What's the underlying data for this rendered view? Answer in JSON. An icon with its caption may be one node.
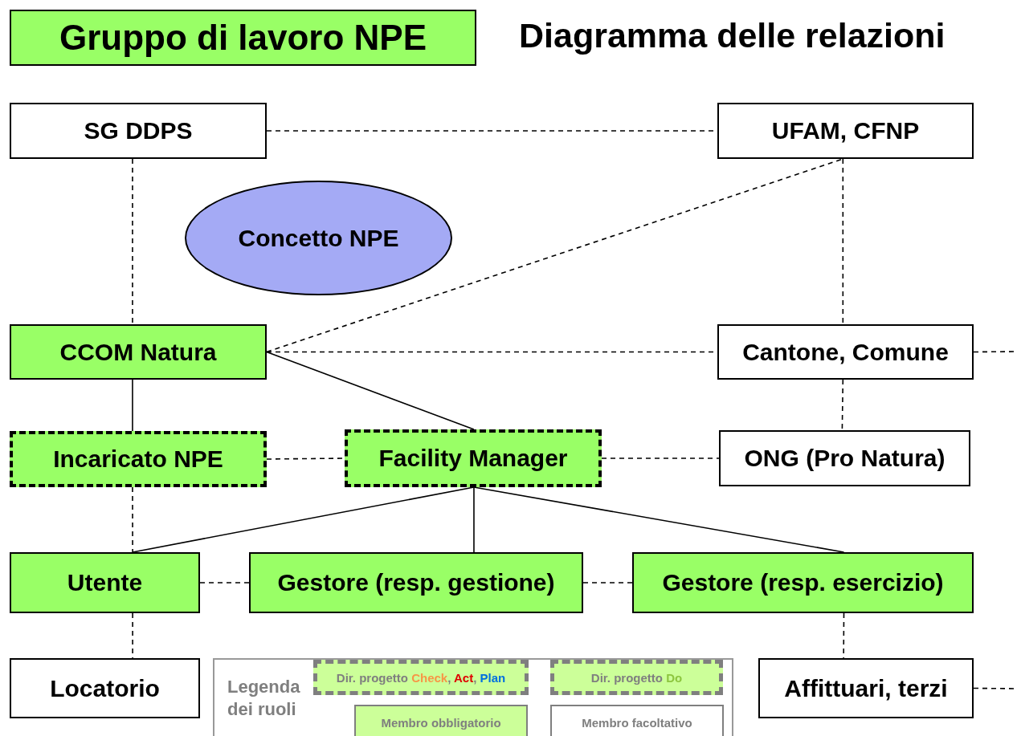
{
  "diagram": {
    "title": "Diagramma delle relazioni",
    "nodes": [
      {
        "text": [
          "Gruppo di lavoro NPE"
        ]
      },
      {
        "text": [
          "SG DDPS"
        ]
      },
      {
        "text": [
          "UFAM, CFNP"
        ]
      },
      {
        "text": [
          "Concetto NPE"
        ]
      },
      {
        "text": [
          "CCOM Natura"
        ]
      },
      {
        "text": [
          "Cantone, Comune"
        ]
      },
      {
        "text": [
          "Incaricato NPE"
        ]
      },
      {
        "text": [
          "Facility Manager"
        ]
      },
      {
        "text": [
          "ONG (Pro Natura)"
        ]
      },
      {
        "text": [
          "Utente"
        ]
      },
      {
        "text": [
          "Gestore (resp. gestione)"
        ]
      },
      {
        "text": [
          "Gestore (resp. esercizio)"
        ]
      },
      {
        "text": [
          "Locatorio"
        ]
      },
      {
        "text": [
          "Affittuari, terzi"
        ]
      }
    ],
    "edges": [
      {
        "from": 1,
        "to": 2,
        "arrow": "none",
        "style": "dashed"
      },
      {
        "from": 1,
        "to": 4,
        "arrow": "none",
        "style": "dashed"
      },
      {
        "from": 2,
        "to": 5,
        "arrow": "none",
        "style": "dashed"
      },
      {
        "from": 4,
        "to": 2,
        "arrow": "none",
        "style": "dashed"
      },
      {
        "from": 4,
        "to": 5,
        "arrow": "none",
        "style": "dashed"
      },
      {
        "from": 5,
        "to": null,
        "arrow": "none",
        "style": "dashed"
      },
      {
        "from": 4,
        "to": 6,
        "arrow": "none"
      },
      {
        "from": 4,
        "to": 7,
        "arrow": "none"
      },
      {
        "from": 5,
        "to": 8,
        "arrow": "none",
        "style": "dashed"
      },
      {
        "from": 6,
        "to": 7,
        "arrow": "none",
        "style": "dashed"
      },
      {
        "from": 7,
        "to": 8,
        "arrow": "none",
        "style": "dashed"
      },
      {
        "from": 6,
        "to": 9,
        "arrow": "none",
        "style": "dashed"
      },
      {
        "from": 7,
        "to": 9,
        "arrow": "none"
      },
      {
        "from": 7,
        "to": 10,
        "arrow": "none"
      },
      {
        "from": 7,
        "to": 11,
        "arrow": "none"
      },
      {
        "from": 9,
        "to": 10,
        "arrow": "none",
        "style": "dashed"
      },
      {
        "from": 10,
        "to": 11,
        "arrow": "none",
        "style": "dashed"
      },
      {
        "from": 9,
        "to": 12,
        "arrow": "none",
        "style": "dashed"
      },
      {
        "from": 11,
        "to": 13,
        "arrow": "none",
        "style": "dashed"
      },
      {
        "from": 13,
        "to": null,
        "arrow": "none",
        "style": "dashed"
      }
    ],
    "labels": [
      "Legenda dei ruoli"
    ],
    "legend": [
      {
        "text": "Dir. progetto Check, Act, Plan"
      },
      {
        "text": "Dir. progetto Do"
      },
      {
        "text": "Membro obbligatorio"
      },
      {
        "text": "Membro facoltativo"
      }
    ]
  }
}
